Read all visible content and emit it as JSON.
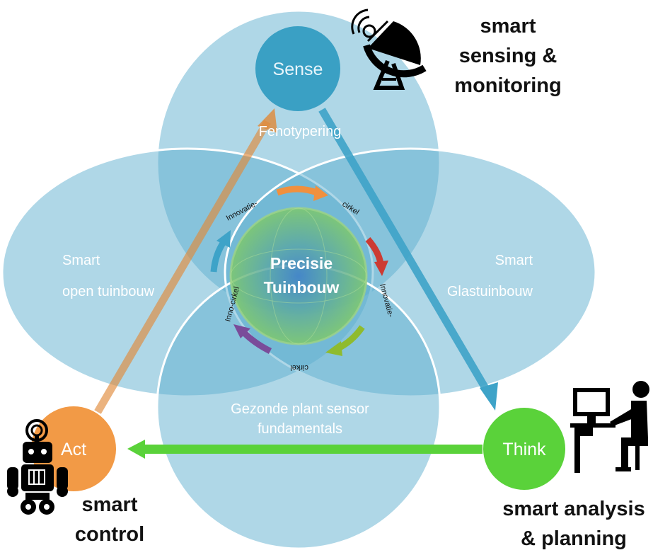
{
  "nodes": {
    "sense": "Sense",
    "think": "Think",
    "act": "Act"
  },
  "ellipse_labels": {
    "top": "Fenotypering",
    "left_line1": "Smart",
    "left_line2": "open tuinbouw",
    "right_line1": "Smart",
    "right_line2": "Glastuinbouw",
    "bottom_line1": "Gezonde plant sensor",
    "bottom_line2": "fundamentals"
  },
  "center": {
    "line1": "Precisie",
    "line2": "Tuinbouw"
  },
  "cycle_labels": {
    "top_left": "Innovatie-",
    "top_right": "cirkel",
    "right": "Innovatie-",
    "bottom": "cirkel",
    "left": "Inno-cirkel"
  },
  "captions": {
    "sensing_line1": "smart",
    "sensing_line2": "sensing &",
    "sensing_line3": "monitoring",
    "analysis_line1": "smart analysis",
    "analysis_line2": "& planning",
    "control_line1": "smart",
    "control_line2": "control"
  },
  "colors": {
    "ellipse": "#5fb0cf",
    "sense": "#3aa0c4",
    "think": "#5ad23a",
    "act": "#f29a46",
    "arrow_orange": "#f0903e",
    "arrow_red": "#cc3b33",
    "arrow_green": "#8fbb2e",
    "arrow_purple": "#7a4c9a",
    "arrow_blue": "#3ea3c8"
  },
  "icons": [
    "satellite-dish-icon",
    "robot-icon",
    "person-at-computer-icon"
  ]
}
